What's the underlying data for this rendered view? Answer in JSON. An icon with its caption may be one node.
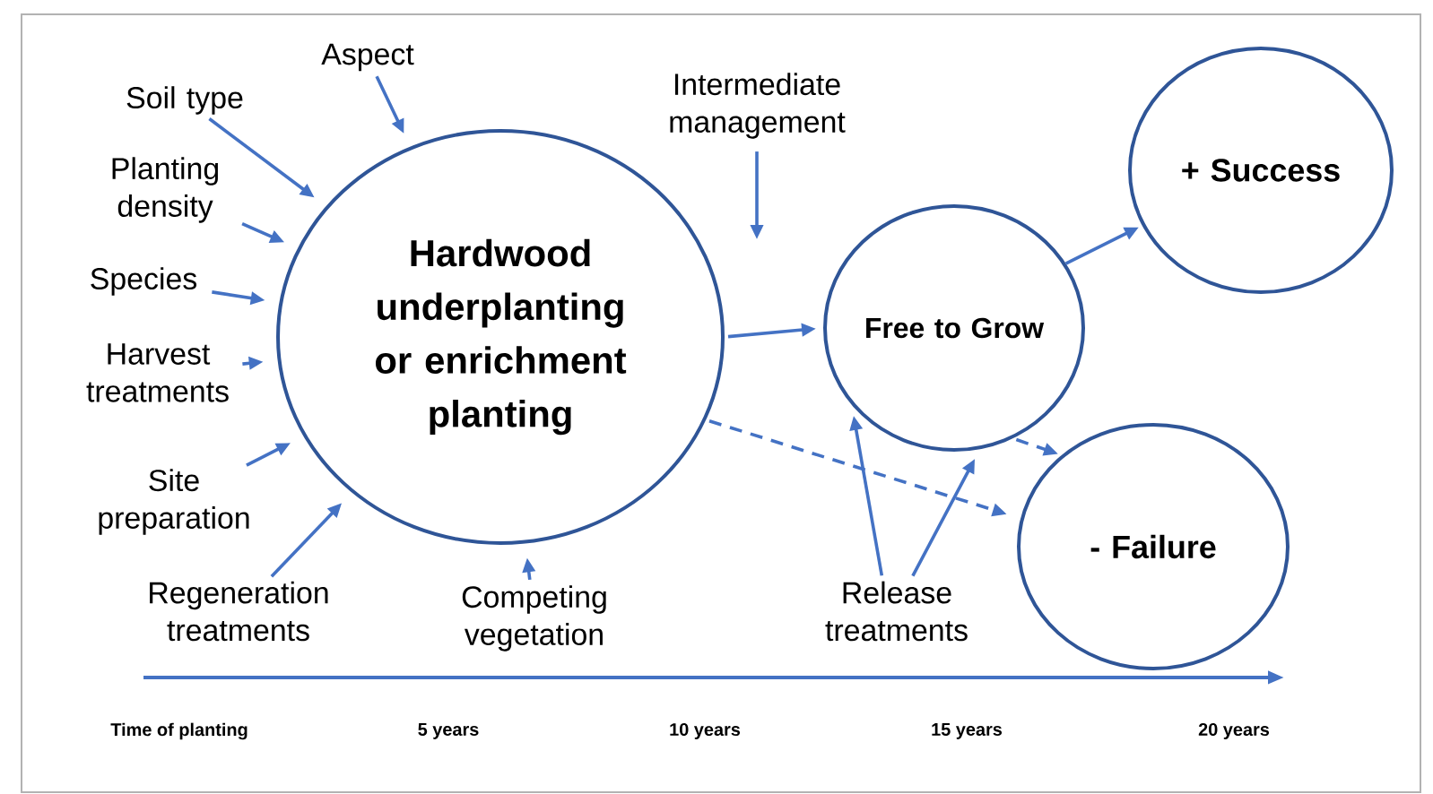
{
  "diagram": {
    "nodes": [
      {
        "text": [
          "Hardwood underplanting or enrichment planting"
        ]
      },
      {
        "text": [
          "Free to Grow"
        ]
      },
      {
        "text": [
          "+ Success"
        ]
      },
      {
        "text": [
          "- Failure"
        ]
      },
      {
        "text": [
          "Aspect"
        ]
      },
      {
        "text": [
          "Soil type"
        ]
      },
      {
        "text": [
          "Planting density"
        ]
      },
      {
        "text": [
          "Species"
        ]
      },
      {
        "text": [
          "Harvest treatments"
        ]
      },
      {
        "text": [
          "Site preparation"
        ]
      },
      {
        "text": [
          "Regeneration treatments"
        ]
      },
      {
        "text": [
          "Competing vegetation"
        ]
      },
      {
        "text": [
          "Intermediate management"
        ]
      },
      {
        "text": [
          "Release treatments"
        ]
      }
    ],
    "edges": [
      {
        "from": 4,
        "to": 0,
        "arrow": "to"
      },
      {
        "from": 5,
        "to": 0,
        "arrow": "to"
      },
      {
        "from": 6,
        "to": 0,
        "arrow": "to"
      },
      {
        "from": 7,
        "to": 0,
        "arrow": "to"
      },
      {
        "from": 8,
        "to": 0,
        "arrow": "to"
      },
      {
        "from": 9,
        "to": 0,
        "arrow": "to"
      },
      {
        "from": 10,
        "to": 0,
        "arrow": "to"
      },
      {
        "from": 11,
        "to": 0,
        "arrow": "to"
      },
      {
        "from": 12,
        "to": null,
        "arrow": "to"
      },
      {
        "from": 0,
        "to": 1,
        "arrow": "to"
      },
      {
        "from": 1,
        "to": 2,
        "arrow": "to"
      },
      {
        "from": 0,
        "to": 3,
        "arrow": "to",
        "style": "dashed"
      },
      {
        "from": 1,
        "to": 3,
        "arrow": "to",
        "style": "dashed"
      },
      {
        "from": 13,
        "to": 1,
        "arrow": "to"
      },
      {
        "from": 13,
        "to": 1,
        "arrow": "to"
      }
    ],
    "labels": [
      "Time of planting",
      "5 years",
      "10 years",
      "15 years",
      "20 years"
    ]
  }
}
